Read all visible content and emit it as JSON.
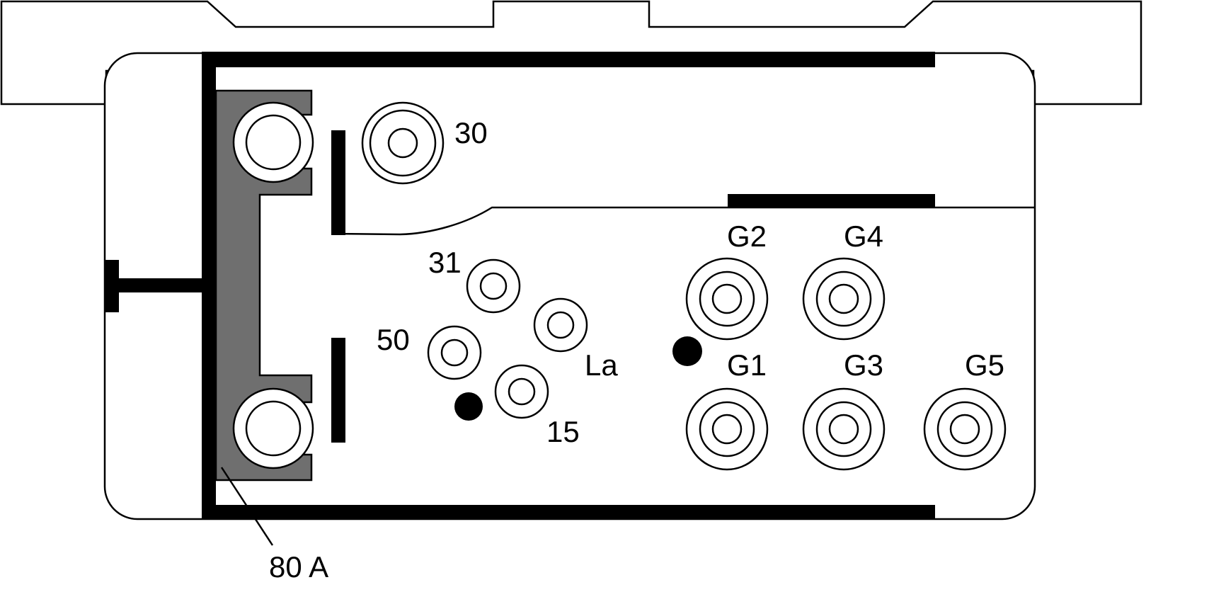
{
  "labels": {
    "t30": "30",
    "t31": "31",
    "t50": "50",
    "tLa": "La",
    "t15": "15",
    "g1": "G1",
    "g2": "G2",
    "g3": "G3",
    "g4": "G4",
    "g5": "G5",
    "busbar": "80 A"
  },
  "colors": {
    "outline": "#000000",
    "busbar": "#6f6f6f",
    "background": "#ffffff"
  }
}
